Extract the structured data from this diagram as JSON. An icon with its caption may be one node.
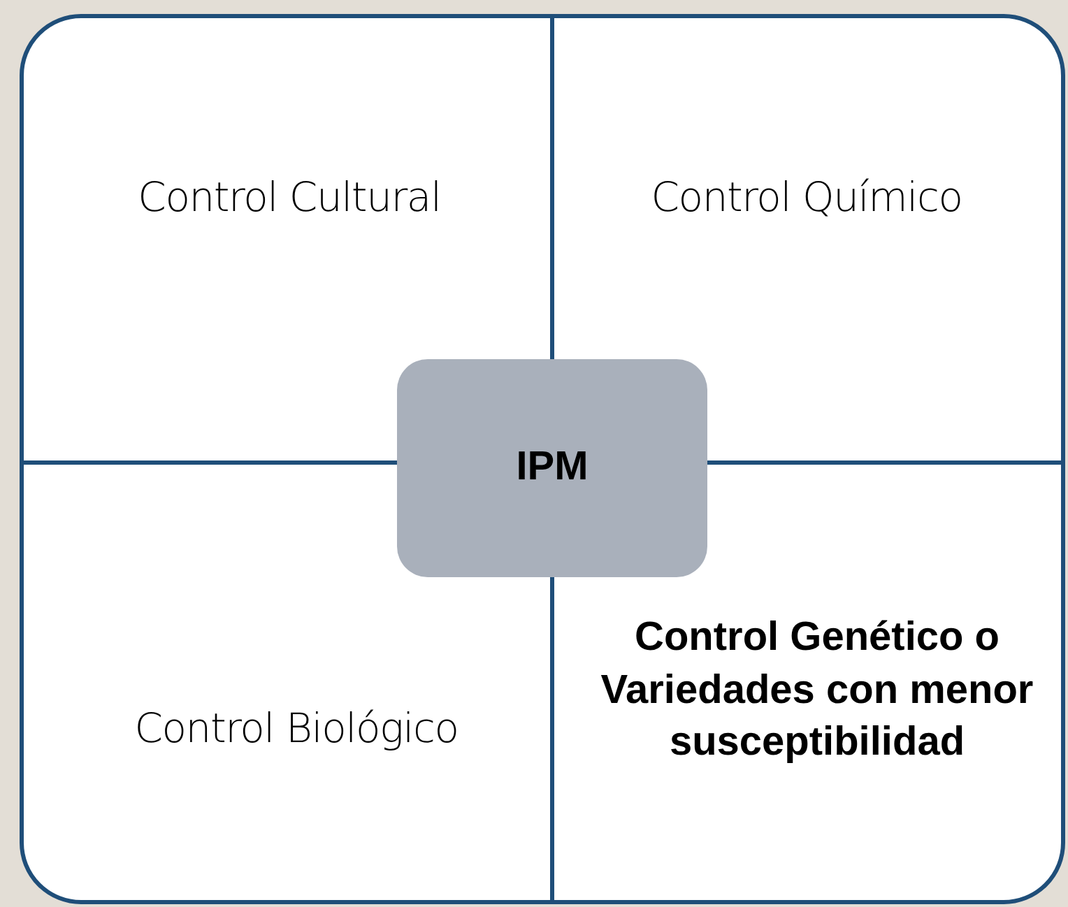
{
  "diagram": {
    "nodes": [
      {
        "text": [],
        "shape": "box"
      },
      {
        "text": [
          "Control Cultural"
        ],
        "in": 0
      },
      {
        "text": [
          "Control Químico"
        ],
        "in": 0
      },
      {
        "text": [
          "IPM"
        ],
        "in": 0
      },
      {
        "text": [
          "Control Biológico"
        ],
        "in": 0
      },
      {
        "text": [
          "Control Genético o Variedades con menor susceptibilidad"
        ],
        "in": 0
      }
    ]
  }
}
